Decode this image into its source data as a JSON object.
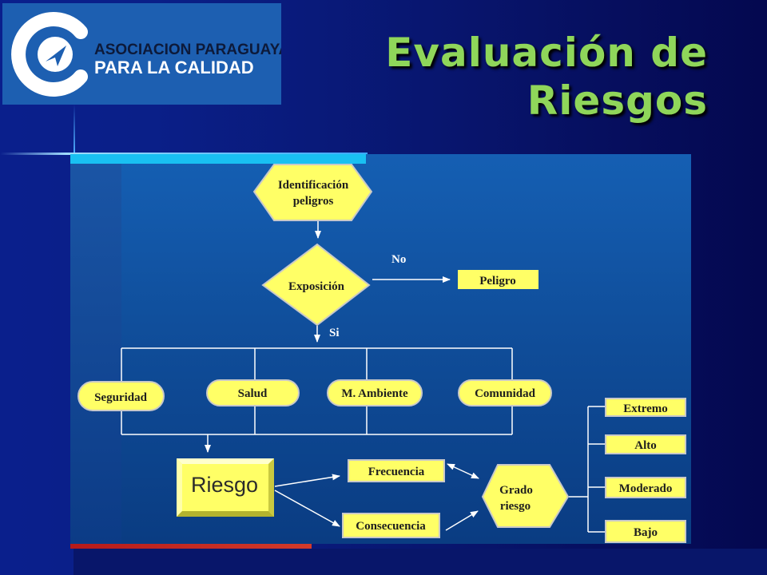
{
  "logo": {
    "line1": "ASOCIACION PARAGUAYA",
    "line2": "PARA LA CALIDAD",
    "brand_color": "#1d5fb1"
  },
  "title": {
    "line1": "Evaluación de",
    "line2": "Riesgos",
    "color": "#8fd65a"
  },
  "flowchart": {
    "identificacion": {
      "line1": "Identificación",
      "line2": "peligros"
    },
    "exposicion": "Exposición",
    "no_label": "No",
    "si_label": "Si",
    "peligro": "Peligro",
    "categories": [
      "Seguridad",
      "Salud",
      "M. Ambiente",
      "Comunidad"
    ],
    "riesgo": "Riesgo",
    "frecuencia": "Frecuencia",
    "consecuencia": "Consecuencia",
    "grado": {
      "line1": "Grado",
      "line2": "riesgo"
    },
    "levels": [
      "Extremo",
      "Alto",
      "Moderado",
      "Bajo"
    ],
    "shape_color": "#ffff66"
  }
}
